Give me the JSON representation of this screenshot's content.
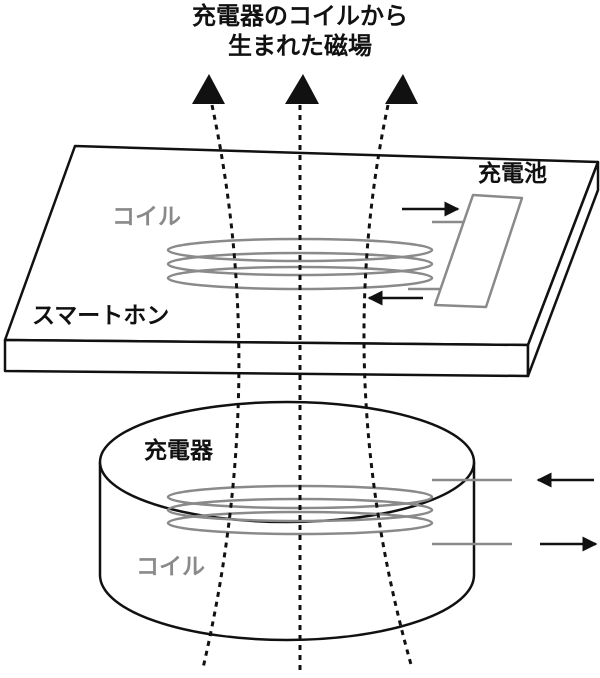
{
  "title": {
    "line1": "充電器のコイルから",
    "line2": "生まれた磁場"
  },
  "labels": {
    "battery": "充電池",
    "phone_coil": "コイル",
    "smartphone": "スマートホン",
    "charger": "充電器",
    "charger_coil": "コイル"
  },
  "colors": {
    "line": "#111111",
    "coil": "#8a8a8a",
    "background": "#ffffff"
  }
}
